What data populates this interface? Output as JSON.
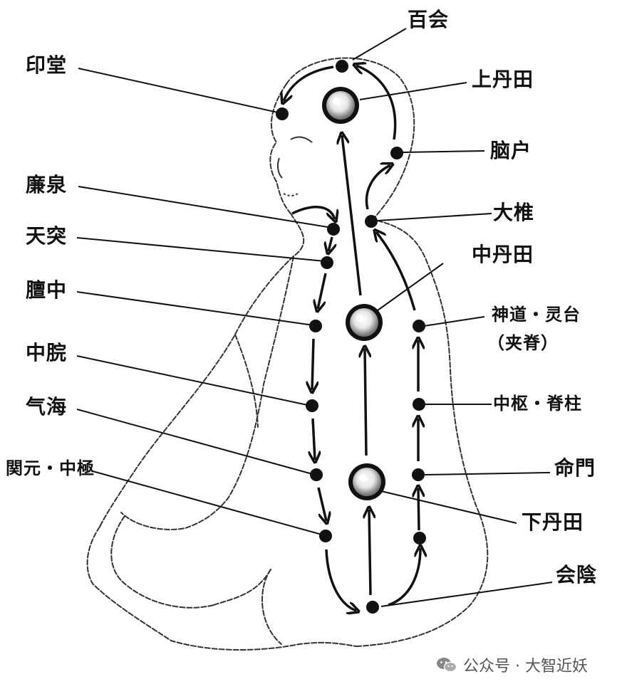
{
  "labels": {
    "baihui": "百会",
    "yintang": "印堂",
    "shang_dantian": "上丹田",
    "naohu": "脑户",
    "lianquan": "廉泉",
    "dazhui": "大椎",
    "tiantu": "天突",
    "zhong_dantian": "中丹田",
    "danzhong": "膻中",
    "shendao_lingtai": "神道・灵台",
    "jiaji": "（夹脊）",
    "zhongwan": "中脘",
    "zhongshu_jizhu": "中枢・脊柱",
    "qihai": "气海",
    "mingmen": "命門",
    "guanyuan_zhongji": "関元・中極",
    "xia_dantian": "下丹田",
    "huiyin": "会陰"
  },
  "watermark": {
    "icon": "wechat-icon",
    "text": "公众号 · 大智近妖"
  },
  "colors": {
    "ink": "#111111",
    "outline": "#333333",
    "background": "#ffffff"
  }
}
